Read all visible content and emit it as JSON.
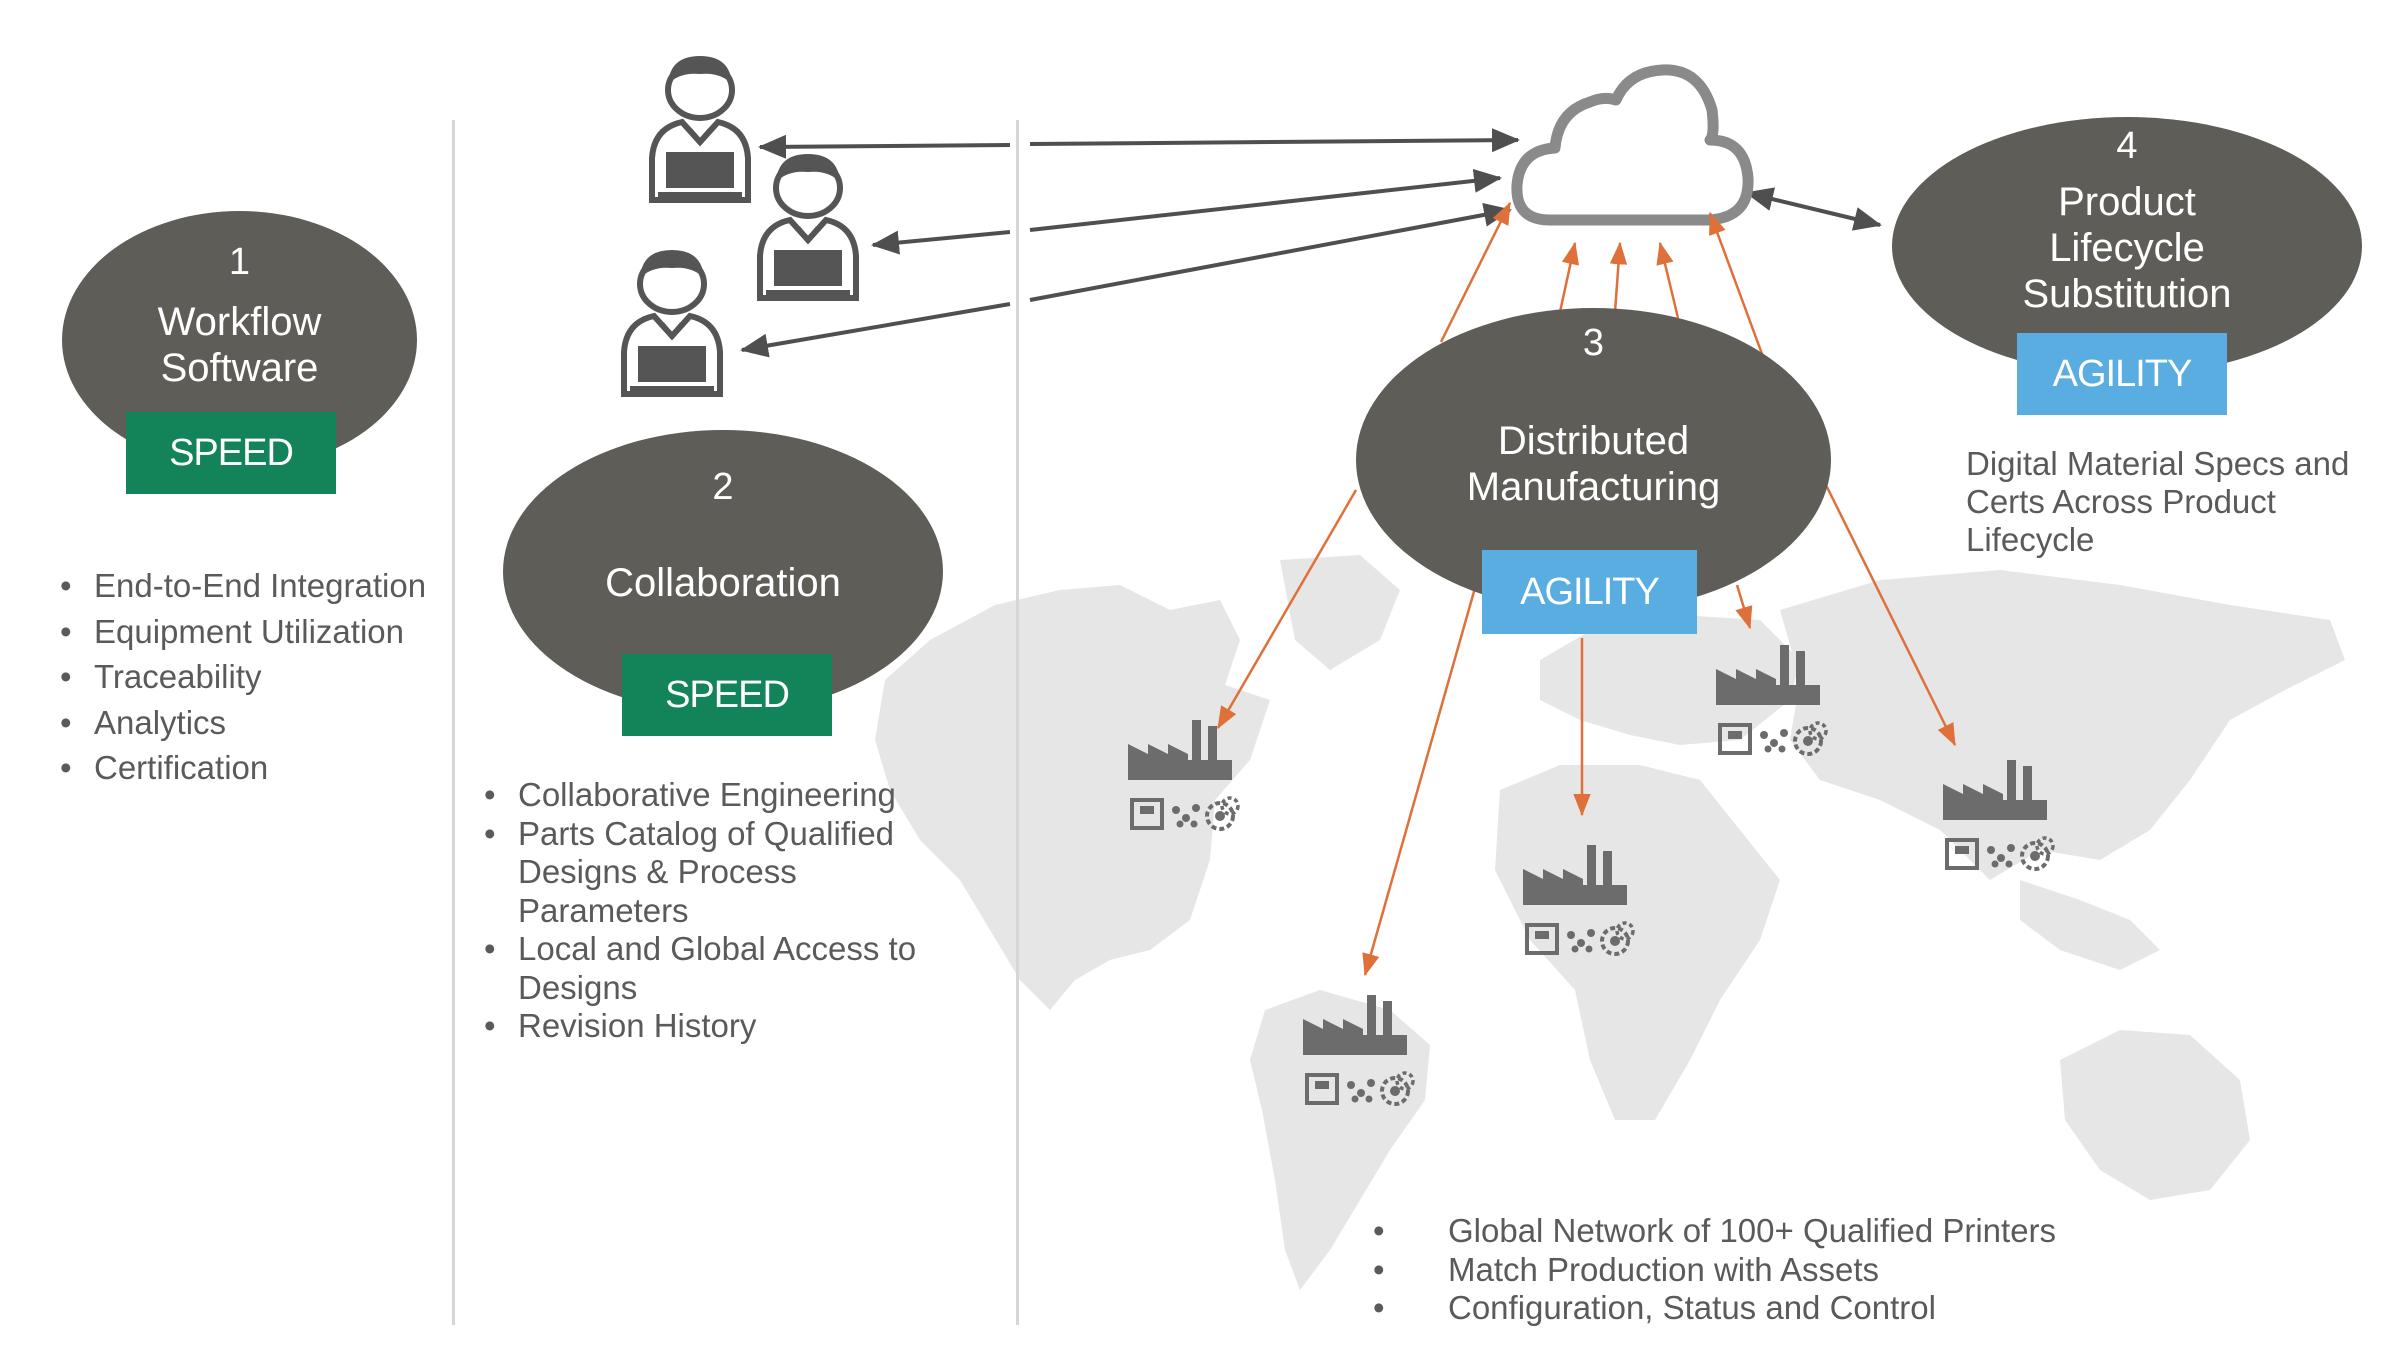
{
  "node1": {
    "number": "1",
    "title_line1": "Workflow",
    "title_line2": "Software",
    "badge": "SPEED",
    "bullets": [
      "End-to-End Integration",
      "Equipment Utilization",
      "Traceability",
      "Analytics",
      "Certification"
    ]
  },
  "node2": {
    "number": "2",
    "title": "Collaboration",
    "badge": "SPEED",
    "bullets": [
      "Collaborative Engineering",
      "Parts Catalog of Qualified Designs & Process Parameters",
      "Local and Global Access to Designs",
      "Revision History"
    ]
  },
  "node3": {
    "number": "3",
    "title_line1": "Distributed",
    "title_line2": "Manufacturing",
    "badge": "AGILITY",
    "bullets": [
      "Global Network of 100+ Qualified Printers",
      "Match Production with Assets",
      "Configuration, Status and Control"
    ]
  },
  "node4": {
    "number": "4",
    "title_line1": "Product",
    "title_line2": "Lifecycle",
    "title_line3": "Substitution",
    "badge": "AGILITY",
    "note": "Digital Material Specs and Certs Across Product Lifecycle"
  },
  "colors": {
    "oval": "#5e5d58",
    "speed": "#13845a",
    "agility": "#5aade0",
    "arrow_dark": "#4f4f4f",
    "arrow_orange": "#e0703a",
    "map": "#e6e6e6",
    "icon": "#6c6c6c"
  },
  "icons": {
    "users": "user-laptop-icon",
    "cloud": "cloud-icon",
    "factory": "factory-icon",
    "printer": "printer-icon",
    "powder": "powder-icon",
    "gears": "gears-icon"
  }
}
